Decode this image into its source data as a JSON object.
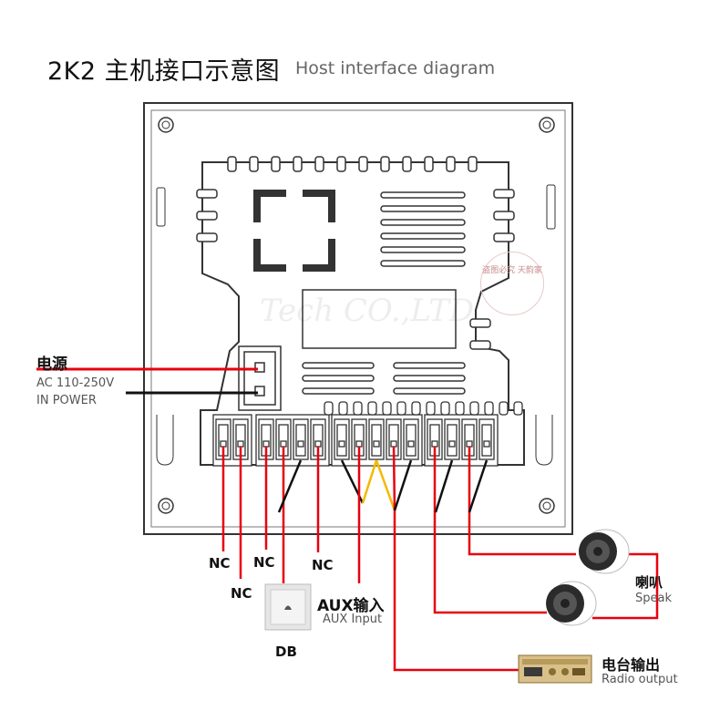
{
  "title": {
    "main": "2K2 主机接口示意图",
    "sub": "Host interface diagram"
  },
  "power": {
    "label_cn": "电源",
    "line1": "AC 110-250V",
    "line2": "IN POWER"
  },
  "nc_labels": [
    "NC",
    "NC",
    "NC",
    "NC"
  ],
  "doorbell": {
    "label": "DB"
  },
  "aux": {
    "label_cn": "AUX输入",
    "label_en": "AUX Input"
  },
  "speaker": {
    "label_cn": "喇叭",
    "label_en": "Speak"
  },
  "radio": {
    "label_cn": "电台输出",
    "label_en": "Radio output"
  },
  "watermark": {
    "text": "Tech CO.,LTD",
    "stamp": "盗图必究 天韵家"
  },
  "colors": {
    "wire_red": "#e8000f",
    "wire_black": "#111111",
    "wire_yellow": "#f5b800",
    "outline": "#333333"
  }
}
